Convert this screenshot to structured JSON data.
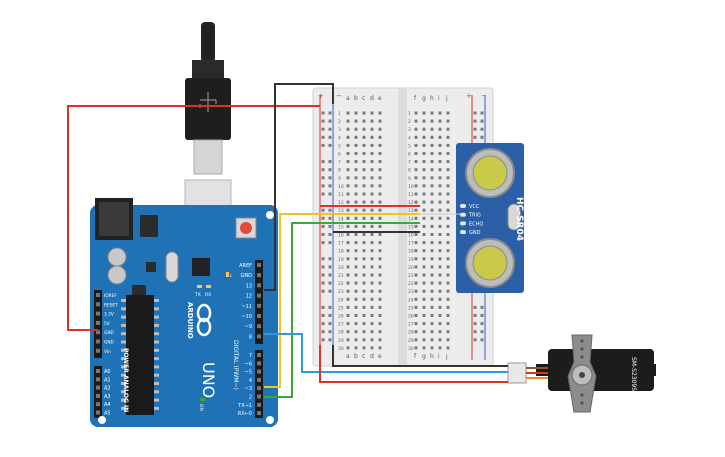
{
  "breadboard": {
    "columns_left": [
      "a",
      "b",
      "c",
      "d",
      "e"
    ],
    "columns_right": [
      "f",
      "g",
      "h",
      "i",
      "j"
    ],
    "row_numbers": [
      "1",
      "2",
      "3",
      "4",
      "5",
      "6",
      "7",
      "8",
      "9",
      "10",
      "11",
      "12",
      "13",
      "14",
      "15",
      "16",
      "17",
      "18",
      "19",
      "20",
      "21",
      "22",
      "23",
      "24",
      "25",
      "26",
      "27",
      "28",
      "29",
      "30"
    ],
    "rail_plus": "+",
    "rail_minus": "−"
  },
  "arduino": {
    "brand": "ARDUINO",
    "model": "UNO",
    "on_label": "ON",
    "tx_label": "TX",
    "rx_label": "RX",
    "l_label": "L",
    "power_header": "POWER",
    "analog_header": "ANALOG IN",
    "digital_header": "DIGITAL (PWM~)",
    "power_pins": [
      "IOREF",
      "RESET",
      "3.3V",
      "5V",
      "GND",
      "GND",
      "Vin"
    ],
    "analog_pins": [
      "A0",
      "A1",
      "A2",
      "A3",
      "A4",
      "A5"
    ],
    "digital_top_pins": [
      "AREF",
      "GND",
      "13",
      "12",
      "~11",
      "~10",
      "~9",
      "8"
    ],
    "digital_bottom_pins": [
      "7",
      "~6",
      "~5",
      "4",
      "~3",
      "2",
      "TX→1",
      "RX←0"
    ]
  },
  "sensor": {
    "model": "HC-SR04",
    "pins": [
      "VCC",
      "TRIG",
      "ECHO",
      "GND"
    ]
  },
  "servo": {
    "model": "SM-S2309S"
  },
  "colors": {
    "wire_red": "#e0302a",
    "wire_black": "#333333",
    "wire_yellow": "#f0c419",
    "wire_green": "#3aaa35",
    "wire_blue": "#2a9fd6",
    "arduino_board": "#1f72b6",
    "sensor_board": "#2b5fa8",
    "breadboard": "#ececec"
  }
}
